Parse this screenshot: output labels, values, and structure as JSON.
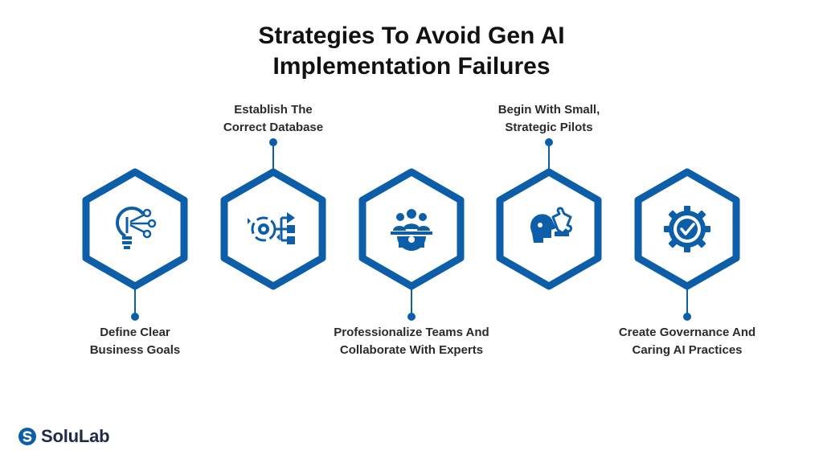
{
  "title": {
    "line1": "Strategies To Avoid Gen AI",
    "line2": "Implementation Failures"
  },
  "steps": [
    {
      "label": [
        "Define Clear",
        "Business Goals"
      ],
      "icon": "lightbulb-network-icon"
    },
    {
      "label": [
        "Establish The",
        "Correct Database"
      ],
      "icon": "database-process-icon"
    },
    {
      "label": [
        "Professionalize Teams And",
        "Collaborate With Experts"
      ],
      "icon": "team-gear-icon"
    },
    {
      "label": [
        "Begin With Small,",
        "Strategic Pilots"
      ],
      "icon": "puzzle-head-icon"
    },
    {
      "label": [
        "Create Governance And",
        "Caring AI Practices"
      ],
      "icon": "gear-check-icon"
    }
  ],
  "brand": {
    "name": "SoluLab"
  },
  "colors": {
    "accent": "#0d5ea8",
    "text": "#2b2b2b"
  }
}
